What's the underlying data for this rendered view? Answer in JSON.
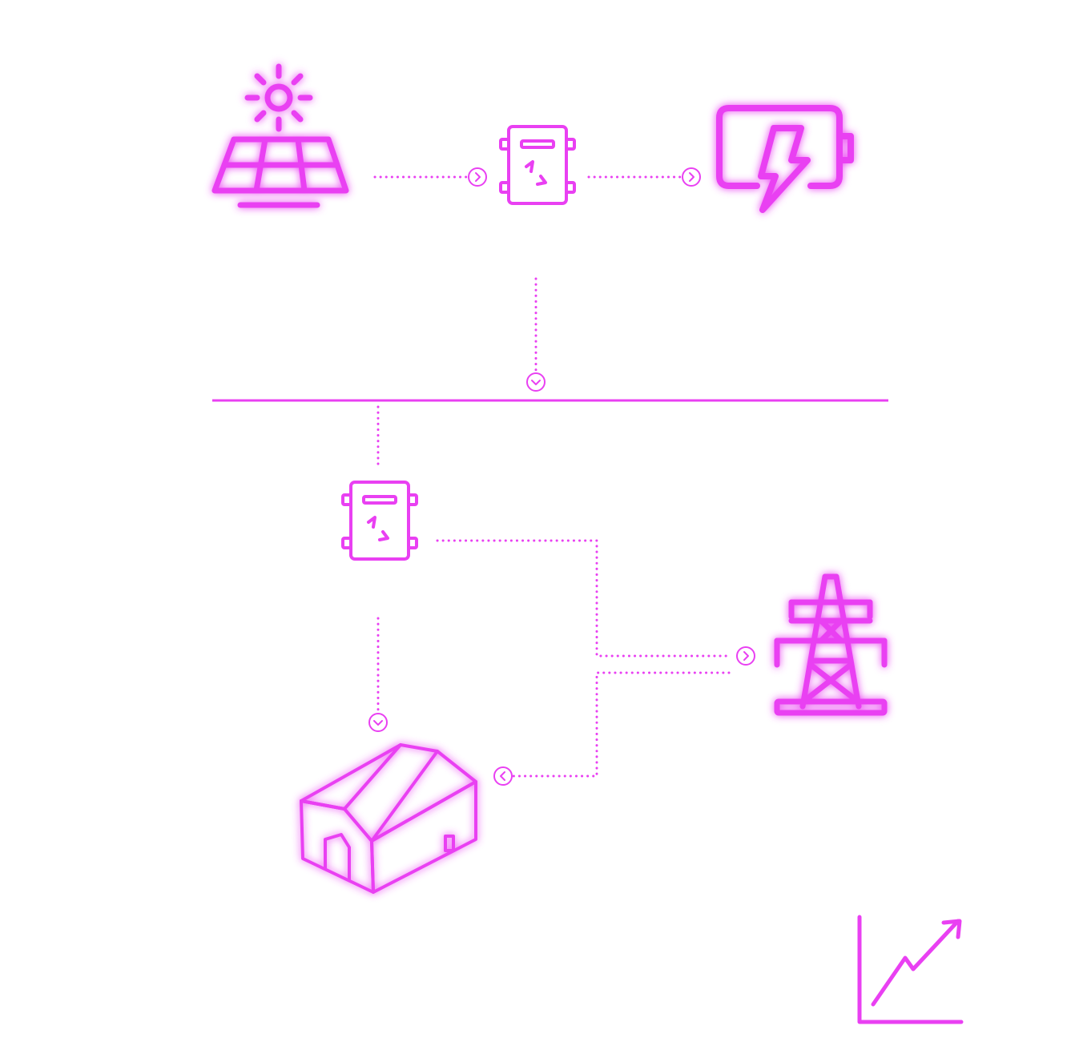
{
  "colors": {
    "accent": "#e940f2",
    "glow": "#f27cff",
    "background": "#ffffff"
  },
  "icons": [
    "solar-panel-icon",
    "sun-icon",
    "inverter-icon",
    "battery-charging-icon",
    "power-bus-line",
    "warehouse-icon",
    "transmission-tower-icon",
    "trend-chart-icon"
  ],
  "connections": [
    {
      "from": "solar-panel",
      "to": "inverter-top",
      "direction": "right"
    },
    {
      "from": "inverter-top",
      "to": "battery",
      "direction": "right"
    },
    {
      "from": "inverter-top",
      "to": "power-bus",
      "direction": "down"
    },
    {
      "from": "power-bus",
      "to": "inverter-bottom",
      "direction": "down"
    },
    {
      "from": "inverter-bottom",
      "to": "warehouse",
      "direction": "down"
    },
    {
      "from": "inverter-bottom",
      "to": "transmission-tower",
      "direction": "right"
    },
    {
      "from": "transmission-tower",
      "to": "warehouse",
      "direction": "left"
    }
  ]
}
